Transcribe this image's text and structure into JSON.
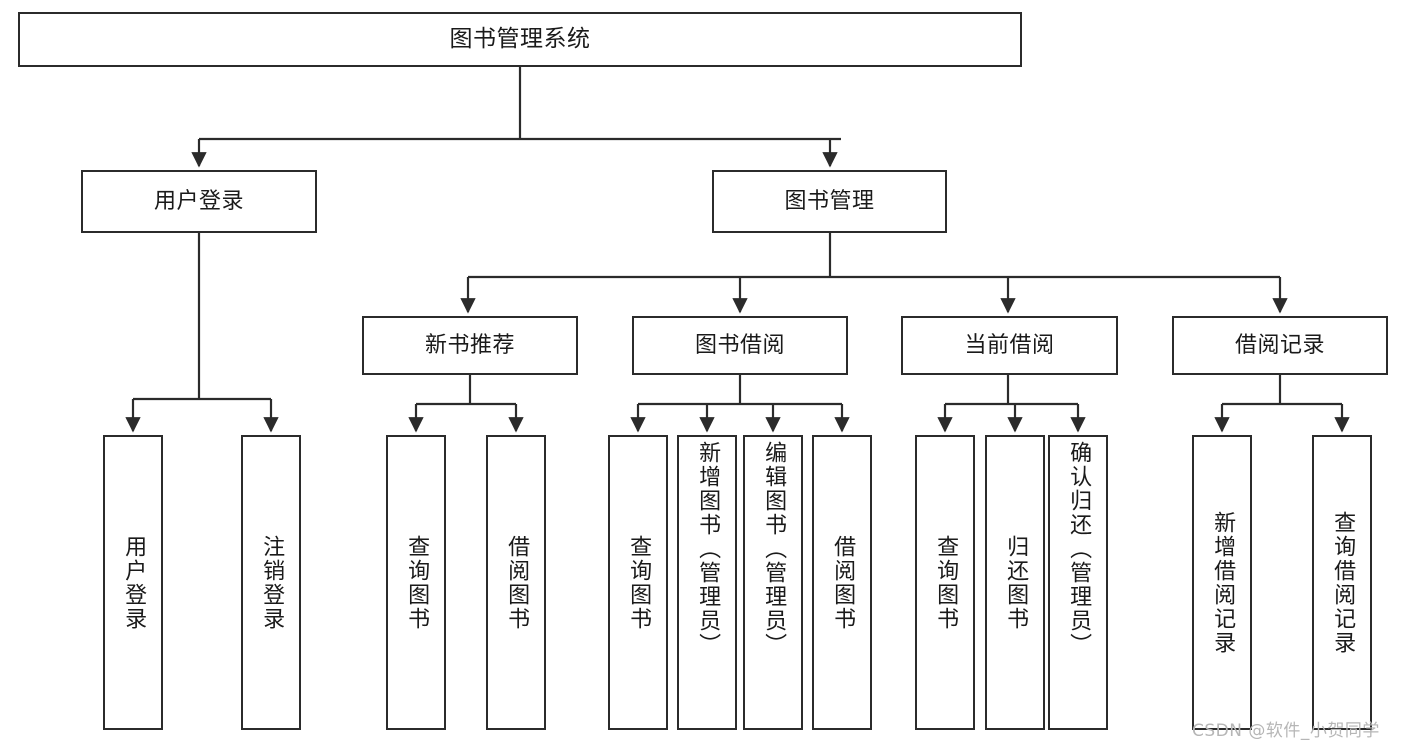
{
  "diagram": {
    "title": "图书管理系统",
    "type": "functional-structure-tree",
    "colors": {
      "box_border": "#2b2b2b",
      "box_fill": "#ffffff",
      "connector": "#2b2b2b",
      "text": "#1a1a1a",
      "watermark": "#b6b6b6",
      "background": "#ffffff"
    },
    "root": {
      "label": "图书管理系统"
    },
    "level2": [
      {
        "label": "用户登录"
      },
      {
        "label": "图书管理"
      }
    ],
    "level3": [
      {
        "label": "新书推荐"
      },
      {
        "label": "图书借阅"
      },
      {
        "label": "当前借阅"
      },
      {
        "label": "借阅记录"
      }
    ],
    "leaves": {
      "user_login": [
        {
          "label": "用户登录"
        },
        {
          "label": "注销登录"
        }
      ],
      "new_book_recommend": [
        {
          "label": "查询图书"
        },
        {
          "label": "借阅图书"
        }
      ],
      "book_borrow": [
        {
          "label": "查询图书"
        },
        {
          "label": "新增图书（管理员）"
        },
        {
          "label": "编辑图书（管理员）"
        },
        {
          "label": "借阅图书"
        }
      ],
      "current_borrow": [
        {
          "label": "查询图书"
        },
        {
          "label": "归还图书"
        },
        {
          "label": "确认归还（管理员）"
        }
      ],
      "borrow_records": [
        {
          "label": "新增借阅记录"
        },
        {
          "label": "查询借阅记录"
        }
      ]
    }
  },
  "watermark": {
    "text": "CSDN @软件_小贺同学"
  }
}
